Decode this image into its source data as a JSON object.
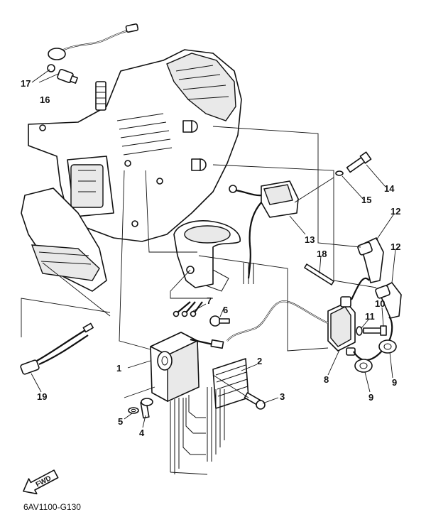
{
  "callouts": {
    "c1": "1",
    "c2": "2",
    "c3": "3",
    "c4": "4",
    "c5": "5",
    "c6": "6",
    "c7": "7",
    "c8": "8",
    "c9a": "9",
    "c9b": "9",
    "c10": "10",
    "c11": "11",
    "c12a": "12",
    "c12b": "12",
    "c13": "13",
    "c14": "14",
    "c15": "15",
    "c16": "16",
    "c17": "17",
    "c18": "18",
    "c19": "19"
  },
  "fwd_label": "FWD",
  "diagram_code": "6AV1100-G130"
}
